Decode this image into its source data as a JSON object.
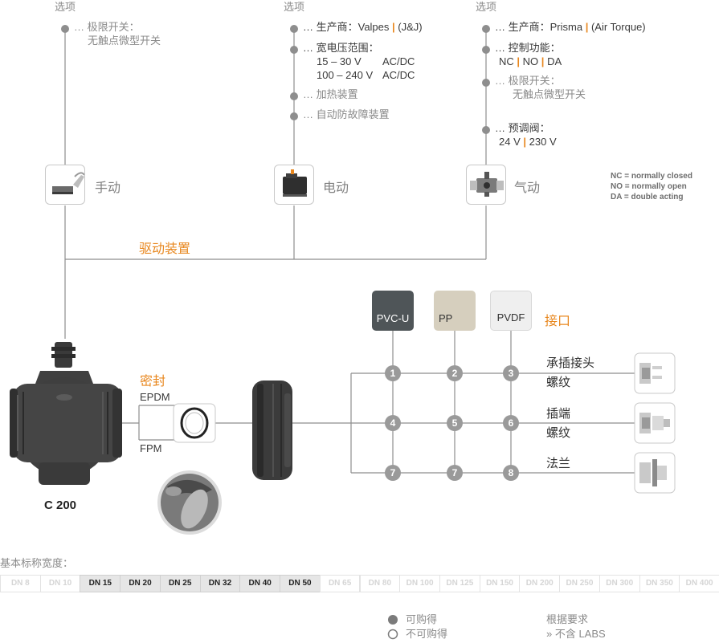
{
  "top_branches": {
    "manual": {
      "option_header": "选项",
      "options": [
        {
          "lines": [
            "… 极限开关：",
            "无触点微型开关"
          ]
        }
      ],
      "label": "手动"
    },
    "electric": {
      "option_header": "选项",
      "options": [
        {
          "lines": [
            "… 生产商：Valpes",
            "(J&J)"
          ],
          "has_bar": true
        },
        {
          "lines": [
            "… 宽电压范围：",
            "15 – 30 V",
            "AC/DC",
            "100 – 240 V",
            "AC/DC"
          ]
        },
        {
          "lines": [
            "… 加热装置"
          ]
        },
        {
          "lines": [
            "… 自动防故障装置"
          ]
        }
      ],
      "label": "电动"
    },
    "pneumatic": {
      "option_header": "选项",
      "options": [
        {
          "lines": [
            "… 生产商：Prisma",
            "(Air Torque)"
          ],
          "has_bar": true
        },
        {
          "lines": [
            "… 控制功能：",
            "NC",
            "NO",
            "DA"
          ]
        },
        {
          "lines": [
            "… 极限开关：",
            "无触点微型开关"
          ]
        },
        {
          "lines": [
            "… 预调阀：",
            "24 V",
            "230 V"
          ]
        }
      ],
      "label": "气动"
    }
  },
  "legend_abbrev": [
    "NC = normally closed",
    "NO = normally open",
    "DA = double acting"
  ],
  "actuator_label": "驱动装置",
  "seal": {
    "label": "密封",
    "materials": [
      "EPDM",
      "FPM"
    ]
  },
  "valve_name": "C 200",
  "connection": {
    "label": "接口",
    "materials": [
      {
        "name": "PVC-U",
        "bg": "#4f5558",
        "fg": "#ffffff"
      },
      {
        "name": "PP",
        "bg": "#d6cfbe",
        "fg": "#333333"
      },
      {
        "name": "PVDF",
        "bg": "#efefef",
        "fg": "#333333"
      }
    ],
    "grid": [
      [
        "1",
        "2",
        "3"
      ],
      [
        "4",
        "5",
        "6"
      ],
      [
        "7",
        "7",
        "8"
      ]
    ],
    "types": [
      {
        "lines": [
          "承插接头",
          "螺纹"
        ]
      },
      {
        "lines": [
          "插端",
          "螺纹"
        ]
      },
      {
        "lines": [
          "法兰"
        ]
      }
    ]
  },
  "dn": {
    "label": "基本标称宽度：",
    "items": [
      {
        "label": "DN 8",
        "available": false
      },
      {
        "label": "DN 10",
        "available": false
      },
      {
        "label": "DN 15",
        "available": true
      },
      {
        "label": "DN 20",
        "available": true
      },
      {
        "label": "DN 25",
        "available": true
      },
      {
        "label": "DN 32",
        "available": true
      },
      {
        "label": "DN 40",
        "available": true
      },
      {
        "label": "DN 50",
        "available": true
      },
      {
        "label": "DN 65",
        "available": false
      },
      {
        "label": "DN 80",
        "available": false
      },
      {
        "label": "DN 100",
        "available": false
      },
      {
        "label": "DN 125",
        "available": false
      },
      {
        "label": "DN 150",
        "available": false
      },
      {
        "label": "DN 200",
        "available": false
      },
      {
        "label": "DN 250",
        "available": false
      },
      {
        "label": "DN 300",
        "available": false
      },
      {
        "label": "DN 350",
        "available": false
      },
      {
        "label": "DN 400",
        "available": false
      }
    ]
  },
  "footer": {
    "available": "可购得",
    "not_available": "不可购得",
    "note_title": "根据要求",
    "note_sub": "» 不含 LABS"
  },
  "colors": {
    "accent": "#e8871e",
    "line": "#8e8e8e",
    "valve_body": "#3f3f3f",
    "node": "#9a9a9a"
  }
}
